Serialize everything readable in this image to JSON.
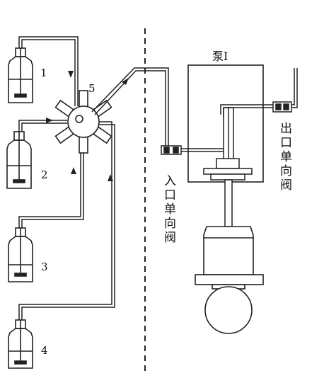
{
  "bottles": [
    {
      "label": "1"
    },
    {
      "label": "2"
    },
    {
      "label": "3"
    },
    {
      "label": "4"
    }
  ],
  "valve_label": "5",
  "pump_label": "泵Ⅰ",
  "inlet_valve_label": "入口单向阀",
  "outlet_valve_label": "出口单向阀",
  "colors": {
    "line": "#1a1a1a",
    "background": "#ffffff"
  }
}
